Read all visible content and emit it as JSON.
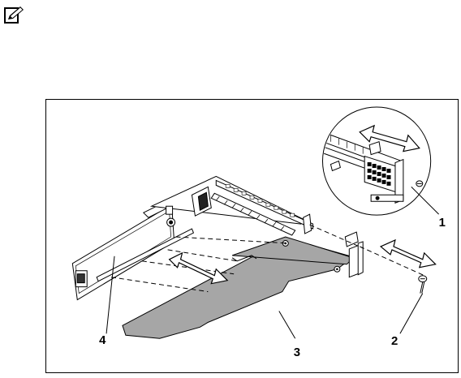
{
  "icons": {
    "note": "note-pencil-icon"
  },
  "colors": {
    "line": "#000000",
    "card_fill": "#a6a6a6",
    "background": "#ffffff"
  },
  "callouts": {
    "c1": "1",
    "c2": "2",
    "c3": "3",
    "c4": "4"
  }
}
